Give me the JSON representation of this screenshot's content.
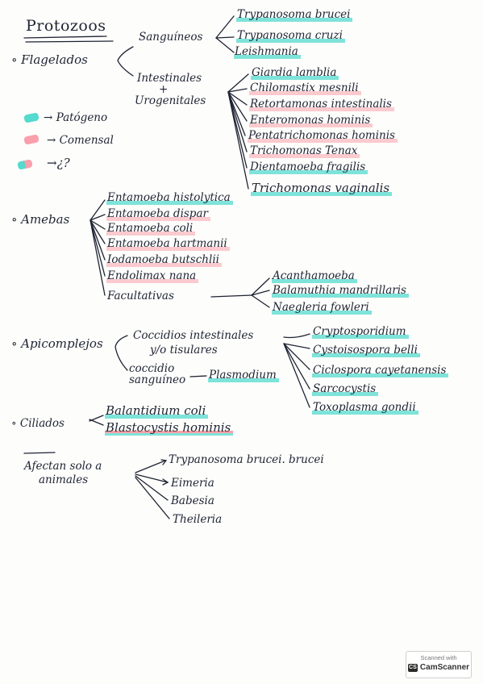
{
  "title": "Protozoos",
  "legend": {
    "patogeno": "→ Patógeno",
    "comensal": "→ Comensal",
    "unknown": "→¿?",
    "colors": {
      "patogeno": "#54dace",
      "comensal": "#fa9fab"
    }
  },
  "flagelados": {
    "label": "∘ Flagelados",
    "sanguineos": {
      "label": "Sanguíneos",
      "items": [
        "Trypanosoma brucei",
        "Trypanosoma cruzi",
        "Leishmania"
      ]
    },
    "intestinales": {
      "label_1": "Intestinales",
      "plus": "+",
      "label_2": "Urogenitales",
      "items": [
        "Giardia lamblia",
        "Chilomastix mesnili",
        "Retortamonas intestinalis",
        "Enteromonas hominis",
        "Pentatrichomonas hominis",
        "Trichomonas Tenax",
        "Dientamoeba fragilis",
        "Trichomonas vaginalis"
      ]
    }
  },
  "amebas": {
    "label": "∘ Amebas",
    "items": [
      "Entamoeba histolytica",
      "Entamoeba dispar",
      "Entamoeba coli",
      "Entamoeba hartmanii",
      "Iodamoeba butschlii",
      "Endolimax nana"
    ],
    "facultativas": {
      "label": "Facultativas",
      "items": [
        "Acanthamoeba",
        "Balamuthia mandrillaris",
        "Naegleria fowleri"
      ]
    }
  },
  "apicomplejos": {
    "label": "∘ Apicomplejos",
    "coccidios_line1": "Coccidios intestinales",
    "coccidios_line2": "y/o tisulares",
    "coccidio_sanguineo_1": "coccidio",
    "coccidio_sanguineo_2": "sanguíneo",
    "plasmodium": "Plasmodium",
    "items": [
      "Cryptosporidium",
      "Cystoisospora belli",
      "Ciclospora cayetanensis",
      "Sarcocystis",
      "Toxoplasma gondii"
    ]
  },
  "ciliados": {
    "label": "∘ Ciliados",
    "items": [
      "Balantidium coli",
      "Blastocystis hominis"
    ]
  },
  "animales": {
    "label_1": "Afectan solo a",
    "label_2": "animales",
    "items": [
      "Trypanosoma brucei. brucei",
      "Eimeria",
      "Babesia",
      "Theileria"
    ]
  },
  "scanner": {
    "line1": "Scanned with",
    "logo": "CS",
    "name": "CamScanner"
  }
}
